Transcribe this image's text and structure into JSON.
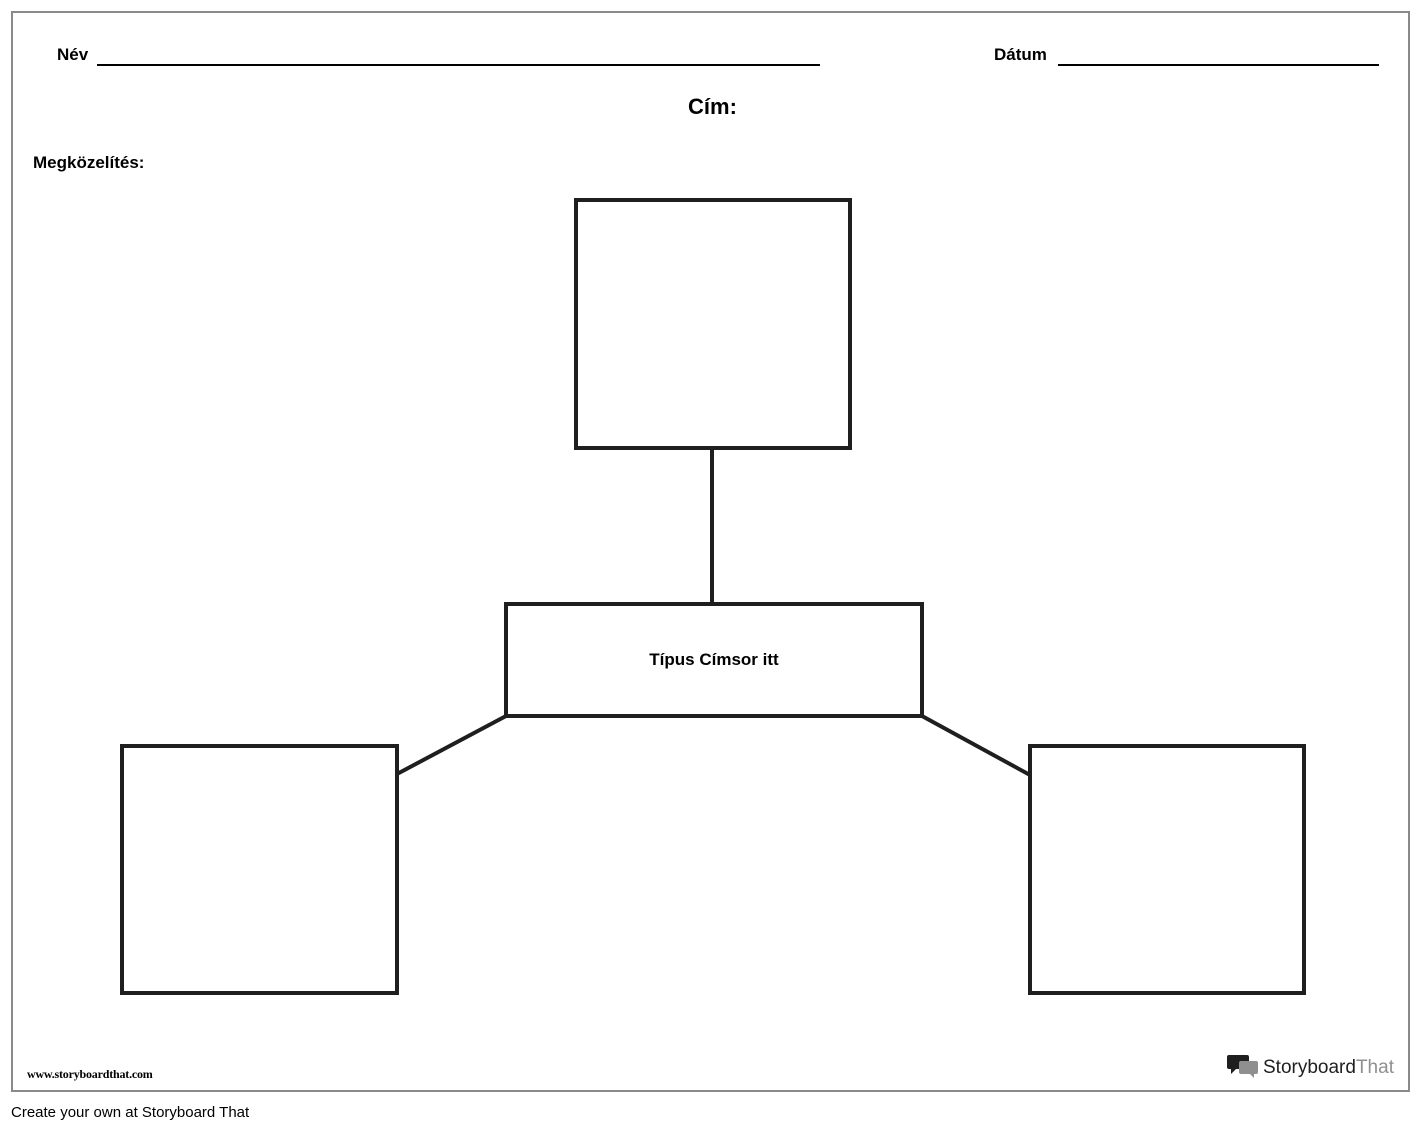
{
  "header": {
    "name_label": "Név",
    "date_label": "Dátum",
    "title_label": "Cím:",
    "approach_label": "Megközelítés:"
  },
  "diagram": {
    "center_box_text": "Típus Címsor itt",
    "top_box_text": "",
    "left_box_text": "",
    "right_box_text": ""
  },
  "footer": {
    "url": "www.storyboardthat.com",
    "brand_part1": "Storyboard",
    "brand_part2": "That",
    "credit": "Create your own at Storyboard That"
  }
}
